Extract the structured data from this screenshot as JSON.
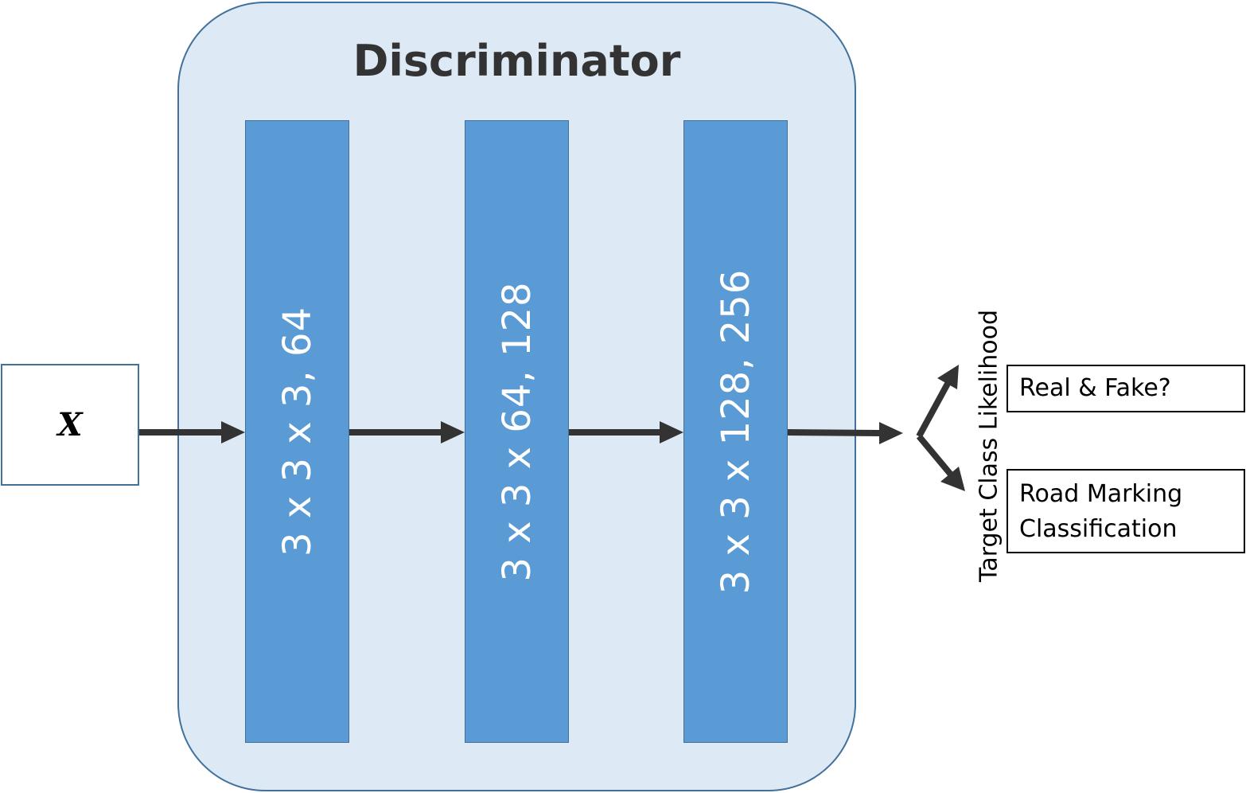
{
  "title": "Discriminator",
  "input": {
    "label": "X"
  },
  "layers": [
    {
      "label": "3 x 3 x 3, 64"
    },
    {
      "label": "3 x 3 x 64, 128"
    },
    {
      "label": "3 x 3 x 128, 256"
    }
  ],
  "output_label": "Target Class Likelihood",
  "outputs": {
    "real_fake": "Real & Fake?",
    "road_marking_line1": "Road Marking",
    "road_marking_line2": "Classification"
  },
  "colors": {
    "container_fill": "#dde9f5",
    "container_border": "#41719c",
    "layer_fill": "#5b9bd5",
    "arrow": "#333333",
    "title_text": "#333333"
  }
}
